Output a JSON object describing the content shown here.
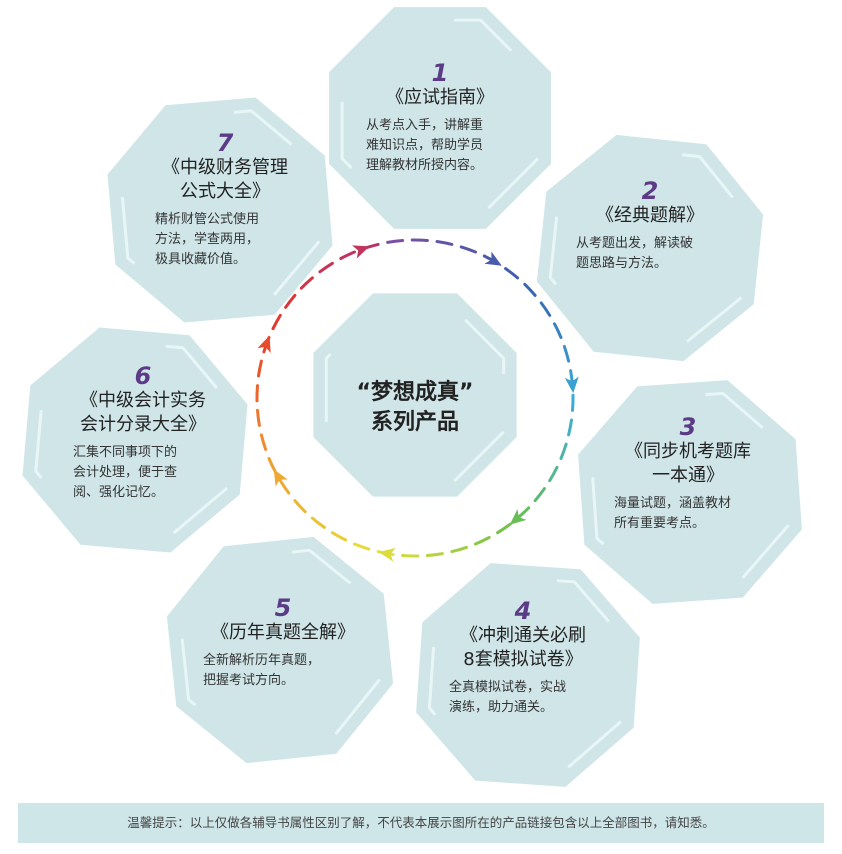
{
  "center": {
    "line1": "“梦想成真”",
    "line2": "系列产品"
  },
  "nodes": [
    {
      "num": "1",
      "title_lines": [
        "《应试指南》"
      ],
      "desc_lines": [
        "从考点入手，讲解重",
        "难知识点，帮助学员",
        "理解教材所授内容。"
      ]
    },
    {
      "num": "2",
      "title_lines": [
        "《经典题解》"
      ],
      "desc_lines": [
        "从考题出发，解读破",
        "题思路与方法。"
      ]
    },
    {
      "num": "3",
      "title_lines": [
        "《同步机考题库",
        "一本通》"
      ],
      "desc_lines": [
        "海量试题，涵盖教材",
        "所有重要考点。"
      ]
    },
    {
      "num": "4",
      "title_lines": [
        "《冲刺通关必刷",
        "8套模拟试卷》"
      ],
      "desc_lines": [
        "全真模拟试卷，实战",
        "演练，助力通关。"
      ]
    },
    {
      "num": "5",
      "title_lines": [
        "《历年真题全解》"
      ],
      "desc_lines": [
        "全新解析历年真题，",
        "把握考试方向。"
      ]
    },
    {
      "num": "6",
      "title_lines": [
        "《中级会计实务",
        "会计分录大全》"
      ],
      "desc_lines": [
        "汇集不同事项下的",
        "会计处理，便于查",
        "阅、强化记忆。"
      ]
    },
    {
      "num": "7",
      "title_lines": [
        "《中级财务管理",
        "公式大全》"
      ],
      "desc_lines": [
        "精析财管公式使用",
        "方法，学查两用，",
        "极具收藏价值。"
      ]
    }
  ],
  "notice": "温馨提示：以上仅做各辅导书属性区别了解，不代表本展示图所在的产品链接包含以上全部图书，请知悉。",
  "colors": {
    "octagon_fill": "#cfe5e8",
    "octagon_highlight": "#e9f6f8",
    "ring_gradient": [
      "#7a4f9f",
      "#3a5fb0",
      "#3aaed8",
      "#6dc04a",
      "#e8e23a",
      "#f0a030",
      "#e53a2a",
      "#b8326a"
    ]
  }
}
